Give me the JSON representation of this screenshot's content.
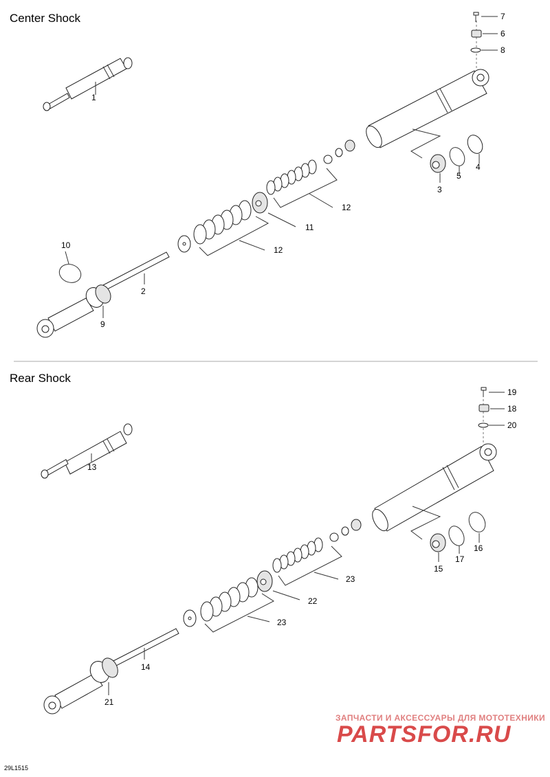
{
  "sections": {
    "center_title": "Center Shock",
    "rear_title": "Rear Shock"
  },
  "callouts": [
    "1",
    "2",
    "3",
    "4",
    "5",
    "6",
    "7",
    "8",
    "9",
    "10",
    "11",
    "12",
    "12",
    "13",
    "14",
    "15",
    "16",
    "17",
    "18",
    "19",
    "20",
    "21",
    "22",
    "23",
    "23"
  ],
  "footer": {
    "code": "29L1515",
    "watermark_line1": "ЗАПЧАСТИ И АКСЕССУАРЫ ДЛЯ МОТОТЕХНИКИ",
    "watermark_line2": "PARTSFOR.RU"
  },
  "colors": {
    "divider": "#aaaaaa",
    "watermark": "#d94a4a"
  }
}
